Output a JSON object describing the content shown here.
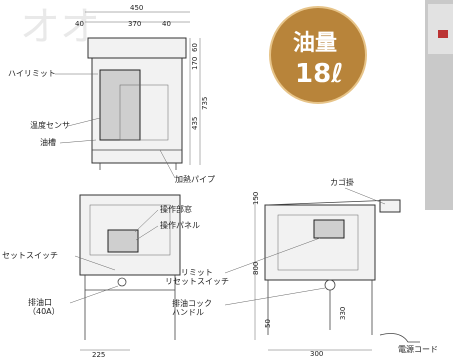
{
  "front_view": {
    "dims": {
      "overall_width": "450",
      "left_gap": "40",
      "inner_width": "370",
      "right_gap": "40",
      "dim_a": "170",
      "dim_b": "60",
      "dim_c": "435",
      "height_total": "735"
    },
    "labels": {
      "hi_limit": "ハイリミット",
      "temp_sensor": "温度センサ",
      "oil_tank": "油槽",
      "heater_pipe": "加熱パイプ"
    }
  },
  "side_view": {
    "labels": {
      "basket_hanger": "カゴ掛",
      "hi_limit_reset": "ハイリミット\nリセットスイッチ",
      "drain_cock": "排油コック\nハンドル",
      "power_cord": "電源コード"
    },
    "dims": {
      "top": "150",
      "height": "800",
      "bottom": "50",
      "drain_h": "330",
      "depth": "300"
    }
  },
  "bottom_front_view": {
    "labels": {
      "reset_switch": "セットスイッチ",
      "control_box": "操作部窓",
      "control_panel": "操作パネル",
      "drain_port": "排油口\n（40A）"
    },
    "dims": {
      "left": "225"
    }
  },
  "badge": {
    "title": "油量",
    "value": "18ℓ",
    "colors": {
      "fill": "#b8843a",
      "text": "#ffffff"
    }
  },
  "watermark": {
    "text": "オオ"
  }
}
